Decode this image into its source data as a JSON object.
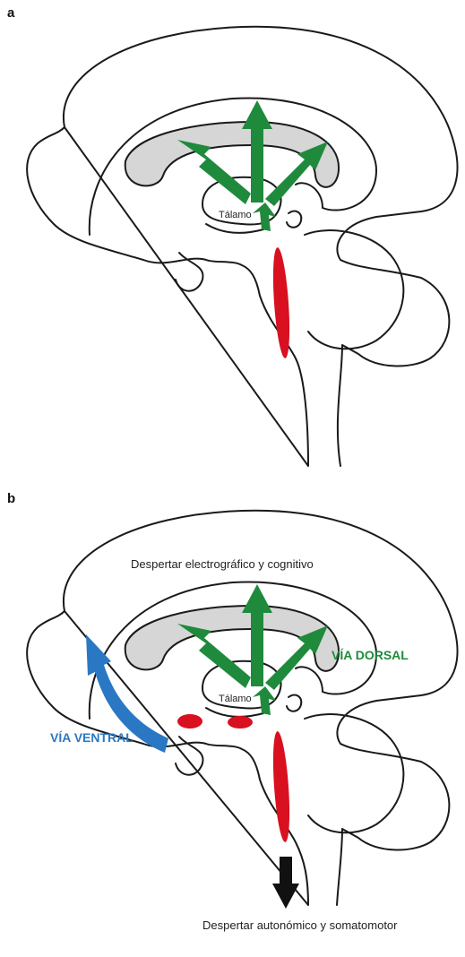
{
  "panel_a": {
    "label": "a",
    "thalamus_label": "Tálamo"
  },
  "panel_b": {
    "label": "b",
    "top_caption": "Despertar electrográfico y cognitivo",
    "dorsal_label": "VÍA DORSAL",
    "ventral_label": "VÍA VENTRAL",
    "thalamus_label": "Tálamo",
    "bottom_caption": "Despertar autonómico y somatomotor"
  },
  "colors": {
    "arrow_green": "#1f8a3c",
    "nucleus_red": "#d8101f",
    "ventral_blue": "#2a78c4",
    "dorsal_text": "#1f8a3c",
    "ventral_text": "#2a78c4",
    "output_arrow": "#111111",
    "corpus_callosum": "#d6d6d6"
  }
}
